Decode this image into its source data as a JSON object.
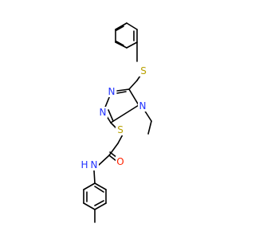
{
  "molecule": {
    "atoms": {
      "S_top": {
        "label": "S",
        "color": "#b8a000"
      },
      "N_ring_1": {
        "label": "N",
        "color": "#2233ff"
      },
      "N_ring_2": {
        "label": "N",
        "color": "#2233ff"
      },
      "N_ring_4": {
        "label": "N",
        "color": "#2233ff"
      },
      "S_mid": {
        "label": "S",
        "color": "#b8a000"
      },
      "O_carbonyl": {
        "label": "O",
        "color": "#ff2200"
      },
      "N_amide": {
        "label": "N",
        "color": "#2233ff"
      },
      "H_amide": {
        "label": "H",
        "color": "#2233ff"
      }
    },
    "bond_color": "#000000"
  }
}
